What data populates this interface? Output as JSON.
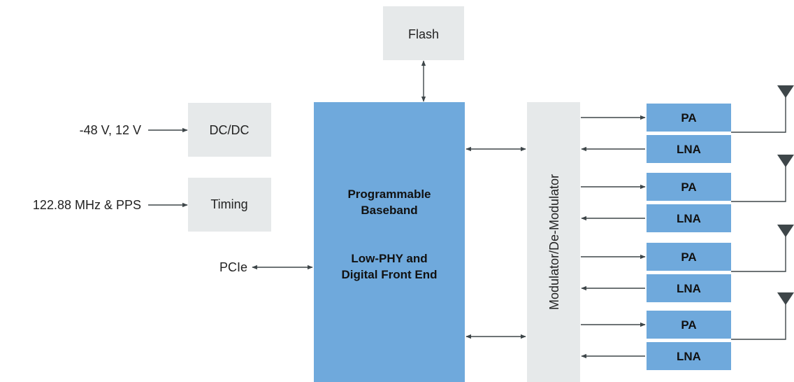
{
  "flash": {
    "label": "Flash"
  },
  "dcdc": {
    "label": "DC/DC",
    "input_label": "-48 V, 12 V"
  },
  "timing": {
    "label": "Timing",
    "input_label": "122.88 MHz & PPS"
  },
  "pcie": {
    "label": "PCIe"
  },
  "baseband": {
    "line1": "Programmable",
    "line2": "Baseband",
    "line3": "Low-PHY and",
    "line4": "Digital Front End"
  },
  "modulator": {
    "label": "Modulator/De-Modulator"
  },
  "chains": [
    {
      "pa": "PA",
      "lna": "LNA"
    },
    {
      "pa": "PA",
      "lna": "LNA"
    },
    {
      "pa": "PA",
      "lna": "LNA"
    },
    {
      "pa": "PA",
      "lna": "LNA"
    }
  ],
  "colors": {
    "block_gray": "#e6e9ea",
    "block_blue": "#6fa9dc",
    "wire": "#3e4649"
  }
}
